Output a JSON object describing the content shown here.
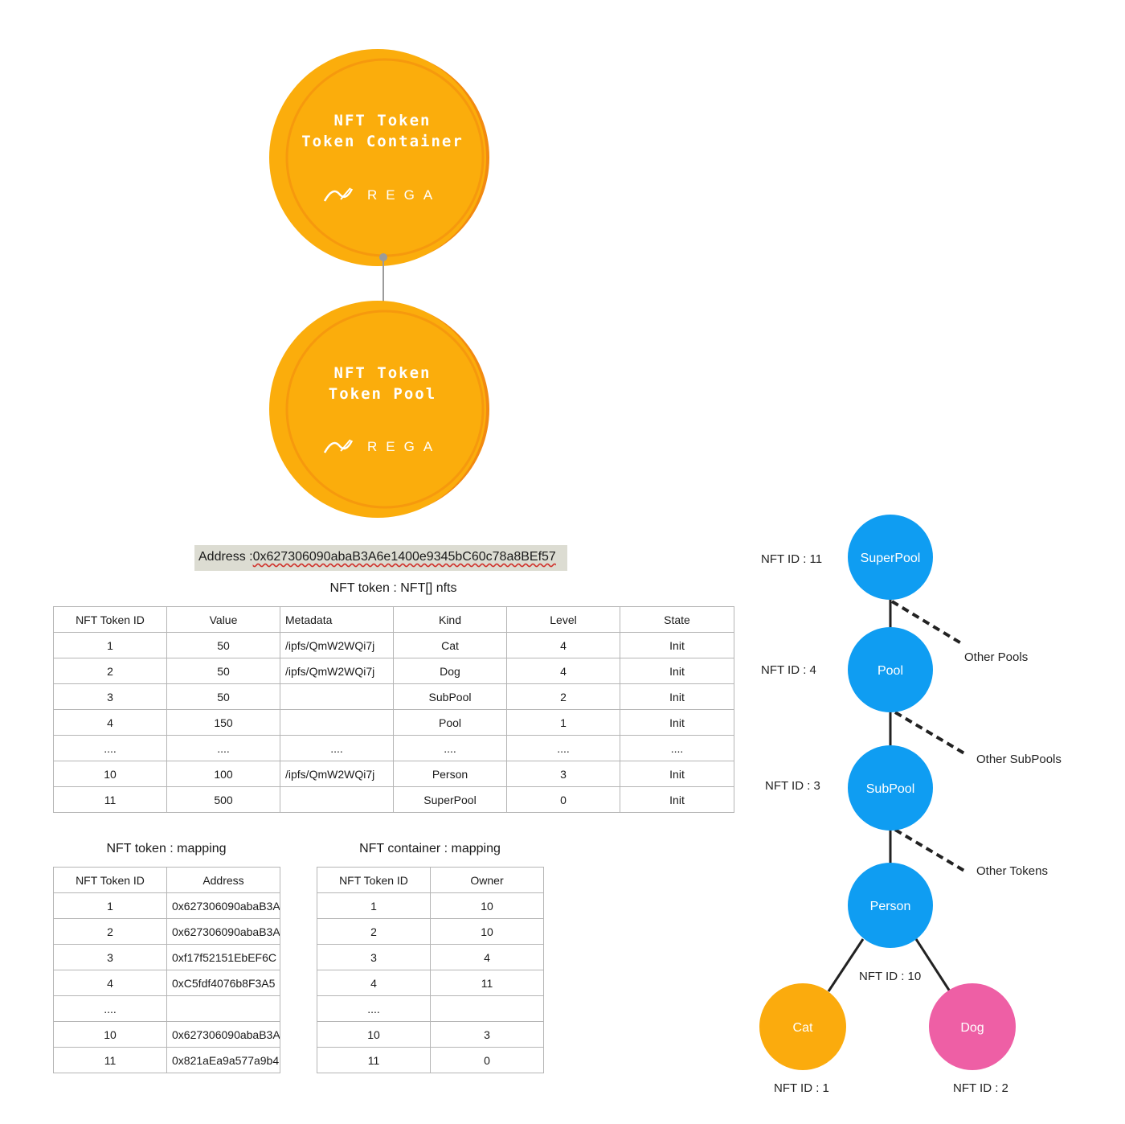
{
  "colors": {
    "coin_fill": "#fbad0c",
    "coin_edge": "#f28a10",
    "blue_node": "#0f9df2",
    "orange_node": "#fbab0d",
    "pink_node": "#ee5fa5",
    "address_bg": "#dcdcd2"
  },
  "coins": [
    {
      "line1": "NFT Token",
      "line2": "Token Container",
      "logo_text": "REGA"
    },
    {
      "line1": "NFT Token",
      "line2": "Token Pool",
      "logo_text": "REGA"
    }
  ],
  "address": {
    "label": "Address :",
    "value": "0x627306090abaB3A6e1400e9345bC60c78a8BEf57"
  },
  "nfts_table": {
    "caption": "NFT token : NFT[] nfts",
    "headers": [
      "NFT Token ID",
      "Value",
      "Metadata",
      "Kind",
      "Level",
      "State"
    ],
    "rows": [
      [
        "1",
        "50",
        "/ipfs/QmW2WQi7j",
        "Cat",
        "4",
        "Init"
      ],
      [
        "2",
        "50",
        "/ipfs/QmW2WQi7j",
        "Dog",
        "4",
        "Init"
      ],
      [
        "3",
        "50",
        "",
        "SubPool",
        "2",
        "Init"
      ],
      [
        "4",
        "150",
        "",
        "Pool",
        "1",
        "Init"
      ],
      [
        "....",
        "....",
        "....",
        "....",
        "....",
        "...."
      ],
      [
        "10",
        "100",
        "/ipfs/QmW2WQi7j",
        "Person",
        "3",
        "Init"
      ],
      [
        "11",
        "500",
        "",
        "SuperPool",
        "0",
        "Init"
      ]
    ]
  },
  "token_mapping": {
    "caption": "NFT token :  mapping",
    "headers": [
      "NFT Token ID",
      "Address"
    ],
    "rows": [
      [
        "1",
        "0x627306090abaB3A"
      ],
      [
        "2",
        "0x627306090abaB3A"
      ],
      [
        "3",
        "0xf17f52151EbEF6C"
      ],
      [
        "4",
        "0xC5fdf4076b8F3A5"
      ],
      [
        "....",
        ""
      ],
      [
        "10",
        "0x627306090abaB3A"
      ],
      [
        "11",
        "0x821aEa9a577a9b4"
      ]
    ]
  },
  "container_mapping": {
    "caption": "NFT container :  mapping",
    "headers": [
      "NFT Token ID",
      "Owner"
    ],
    "rows": [
      [
        "1",
        "10"
      ],
      [
        "2",
        "10"
      ],
      [
        "3",
        "4"
      ],
      [
        "4",
        "11"
      ],
      [
        "....",
        ""
      ],
      [
        "10",
        "3"
      ],
      [
        "11",
        "0"
      ]
    ]
  },
  "tree": {
    "nodes": [
      {
        "label": "SuperPool",
        "id_label": "NFT ID : 11"
      },
      {
        "label": "Pool",
        "id_label": "NFT ID : 4"
      },
      {
        "label": "SubPool",
        "id_label": "NFT ID : 3"
      },
      {
        "label": "Person",
        "id_label": "NFT ID : 10"
      },
      {
        "label": "Cat",
        "id_label": "NFT ID : 1"
      },
      {
        "label": "Dog",
        "id_label": "NFT ID : 2"
      }
    ],
    "others": [
      "Other Pools",
      "Other SubPools",
      "Other Tokens"
    ]
  }
}
